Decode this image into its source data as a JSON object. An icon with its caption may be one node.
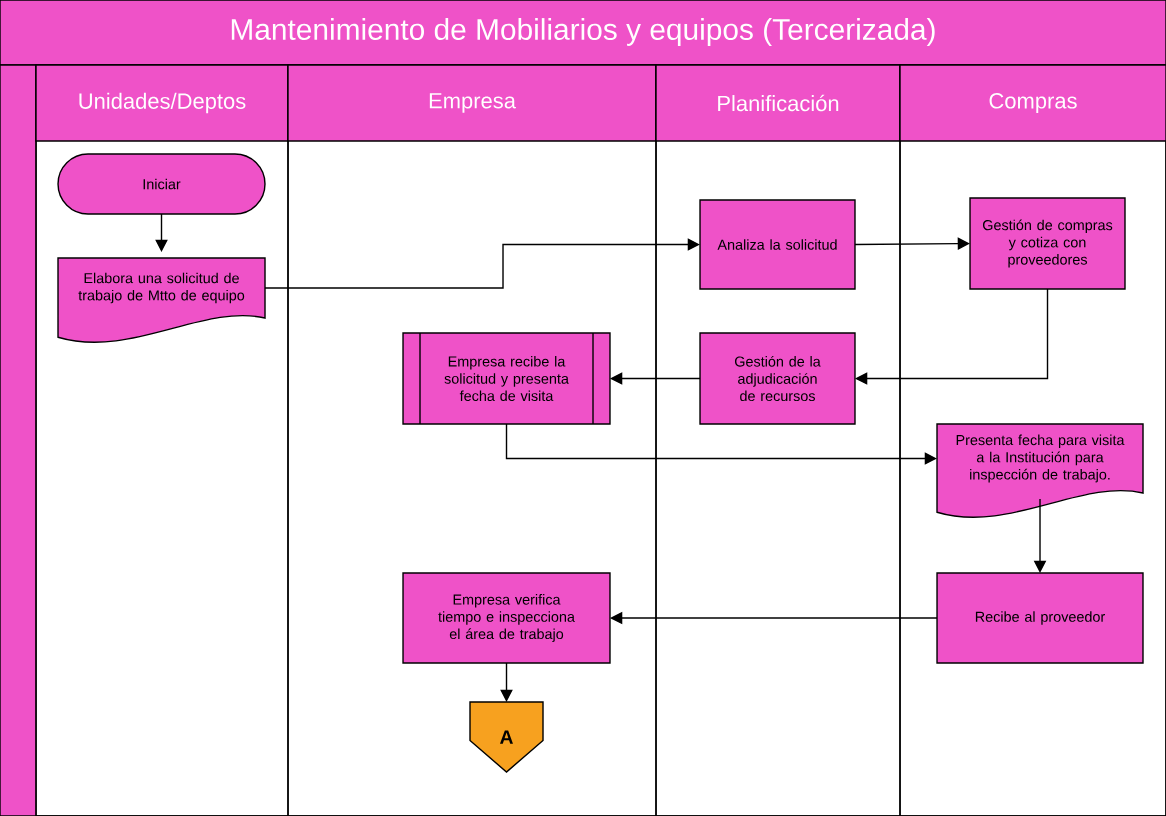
{
  "diagram": {
    "nodes": [
      {
        "text": [
          "Mantenimiento de Mobiliarios y equipos (Tercerizada)"
        ]
      },
      {
        "text": [
          "Unidades/Deptos"
        ],
        "in": 0
      },
      {
        "text": [
          "Empresa"
        ],
        "in": 0
      },
      {
        "text": [
          "Planificación"
        ],
        "in": 0
      },
      {
        "text": [
          "Compras"
        ],
        "in": 0
      },
      {
        "text": [
          "Iniciar"
        ],
        "in": 1
      },
      {
        "text": [
          "Elabora una solicitud de trabajo de Mtto de equipo"
        ],
        "in": 1
      },
      {
        "text": [
          "Analiza la solicitud"
        ],
        "in": 3
      },
      {
        "text": [
          "Gestión de compras y cotiza con proveedores"
        ],
        "in": 4
      },
      {
        "text": [
          "Gestión de la adjudicación de recursos"
        ],
        "in": 3
      },
      {
        "text": [
          "Empresa recibe la solicitud y presenta fecha de visita"
        ],
        "in": 2
      },
      {
        "text": [
          "Presenta fecha para visita a la Institución para inspección de trabajo."
        ],
        "in": 4
      },
      {
        "text": [
          "Recibe al proveedor"
        ],
        "in": 4
      },
      {
        "text": [
          "Empresa verifica tiempo e inspecciona el área de trabajo"
        ],
        "in": 2
      },
      {
        "text": [
          "A"
        ],
        "in": 2
      }
    ],
    "edges": [
      {
        "from": 5,
        "to": 6,
        "arrow": "to"
      },
      {
        "from": 6,
        "to": 7,
        "arrow": "to"
      },
      {
        "from": 7,
        "to": 8,
        "arrow": "to"
      },
      {
        "from": 8,
        "to": 9,
        "arrow": "to"
      },
      {
        "from": 9,
        "to": 10,
        "arrow": "to"
      },
      {
        "from": 10,
        "to": 11,
        "arrow": "to"
      },
      {
        "from": 11,
        "to": 12,
        "arrow": "to"
      },
      {
        "from": 12,
        "to": 13,
        "arrow": "to"
      },
      {
        "from": 13,
        "to": 14,
        "arrow": "to"
      }
    ]
  }
}
